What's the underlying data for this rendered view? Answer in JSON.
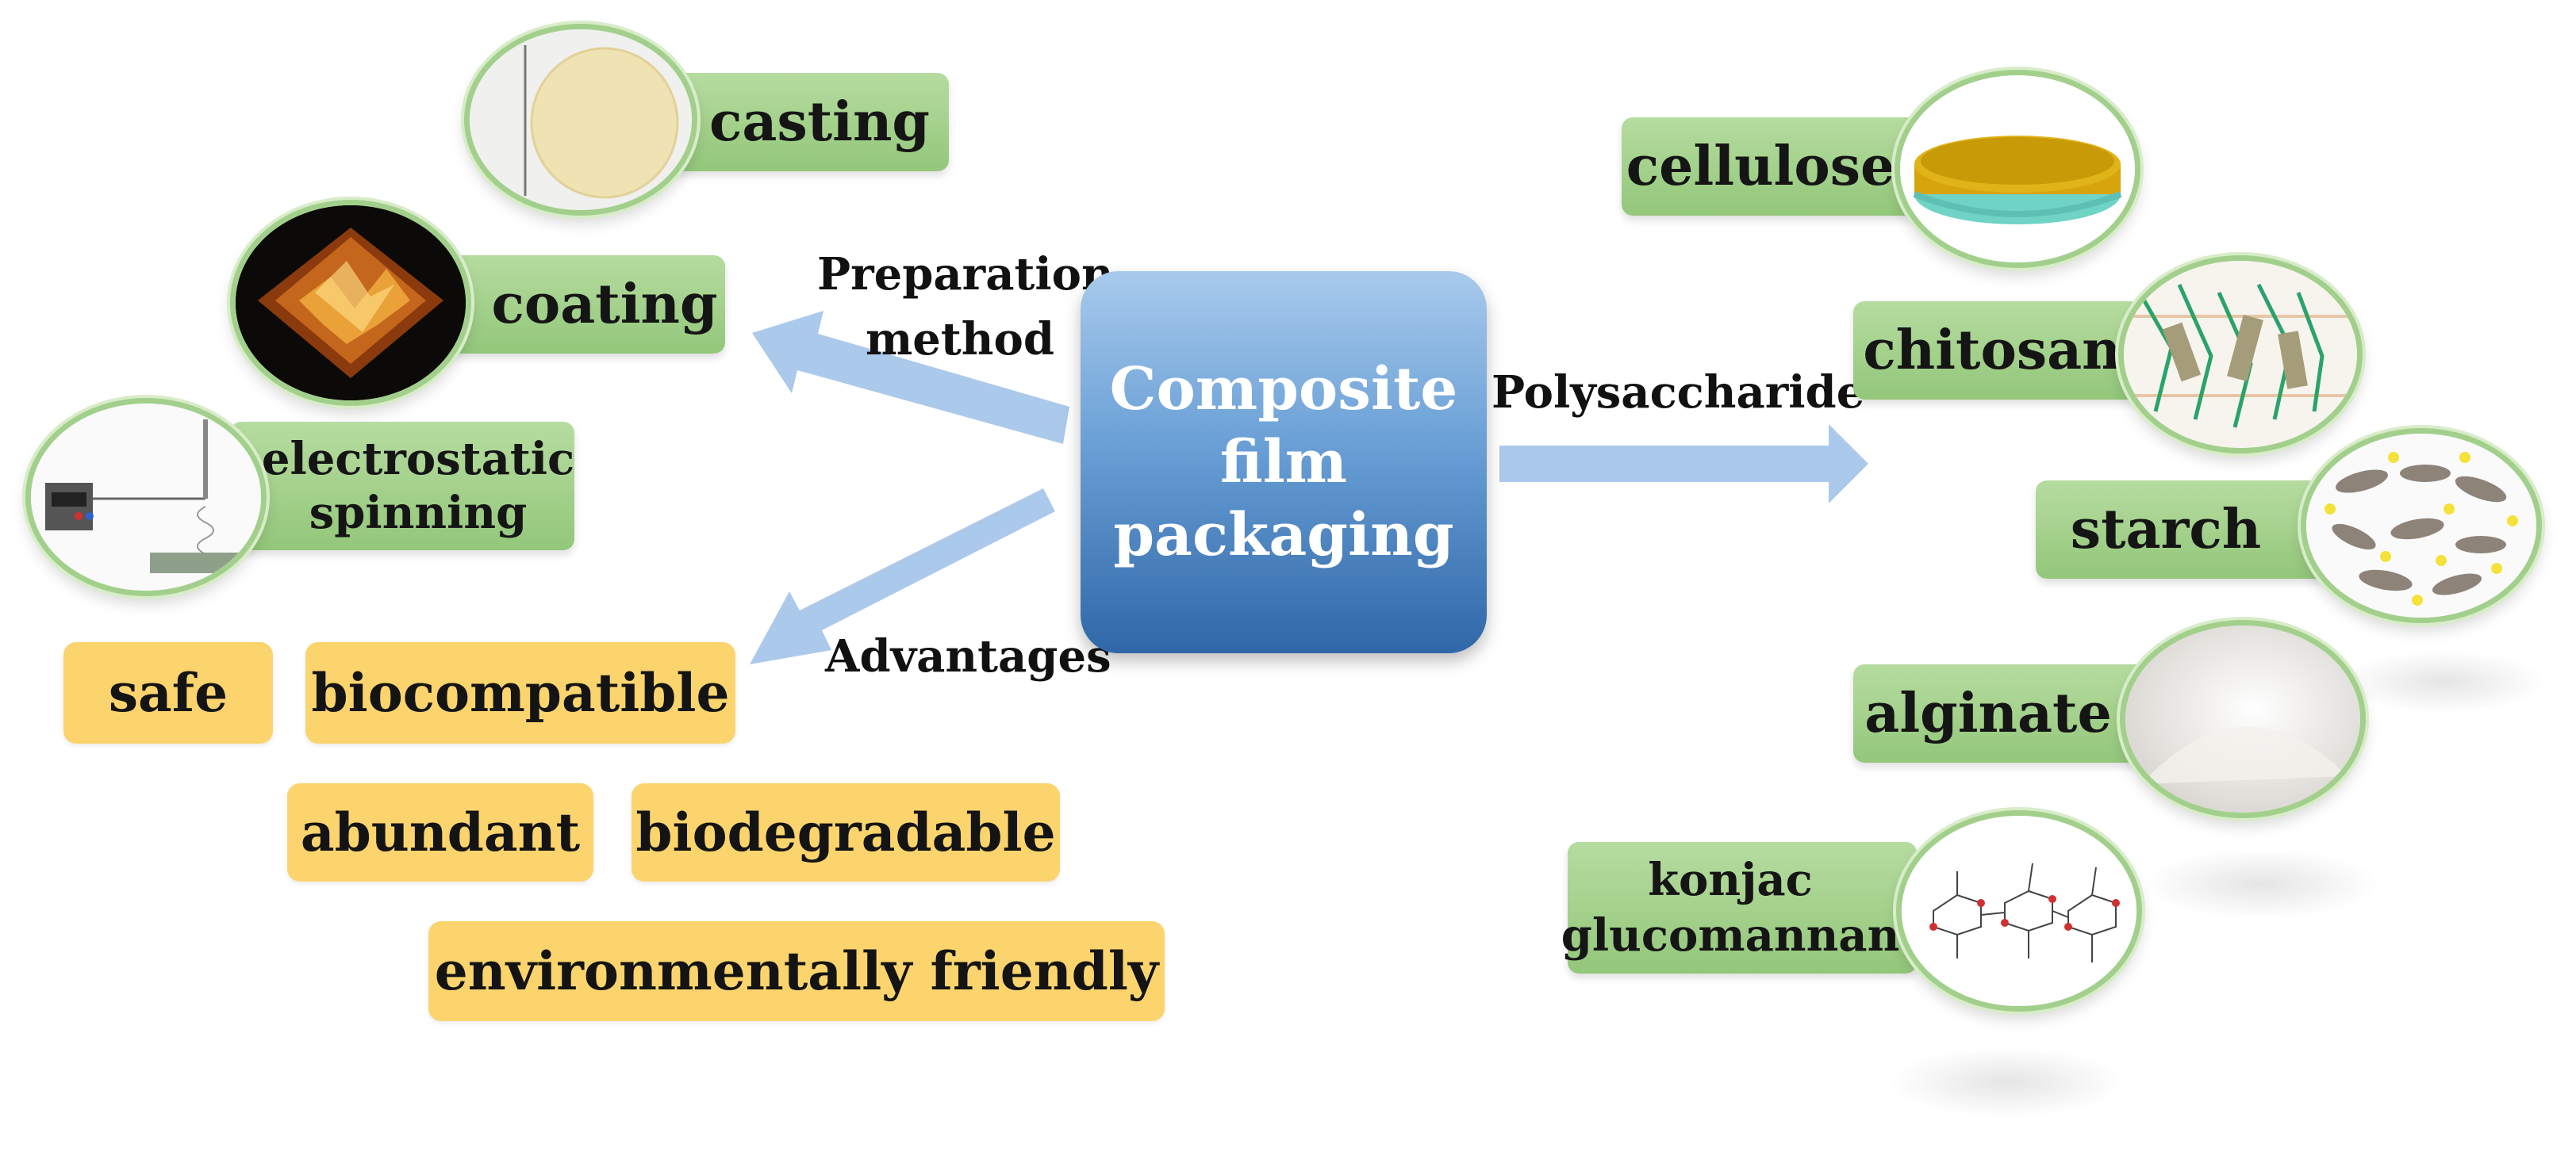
{
  "center": {
    "title": "Composite\nfilm\npackaging",
    "color_top": "#a8caec",
    "color_bottom": "#2f67a8"
  },
  "arrows": {
    "preparation": "Preparation\nmethod",
    "advantages": "Advantages",
    "polysaccharide": "Polysaccharide",
    "color": "#a7c6ea"
  },
  "methods": [
    {
      "label": "casting",
      "icon": "cast-film-disc-icon"
    },
    {
      "label": "coating",
      "icon": "coating-surface-icon"
    },
    {
      "label": "electrostatic\nspinning",
      "icon": "electrospinning-apparatus-icon"
    }
  ],
  "advantages": [
    "safe",
    "biocompatible",
    "abundant",
    "biodegradable",
    "environmentally friendly"
  ],
  "polysaccharides": [
    {
      "label": "cellulose",
      "icon": "cellulose-film-icon"
    },
    {
      "label": "chitosan",
      "icon": "chitosan-network-icon"
    },
    {
      "label": "starch",
      "icon": "starch-granules-icon"
    },
    {
      "label": "alginate",
      "icon": "alginate-powder-icon"
    },
    {
      "label": "konjac\nglucomannan",
      "icon": "glucomannan-structure-icon"
    }
  ],
  "colors": {
    "label_green": "#9fcf87",
    "advantage_yellow": "#fbd46e",
    "circle_border": "#a2d08c"
  }
}
